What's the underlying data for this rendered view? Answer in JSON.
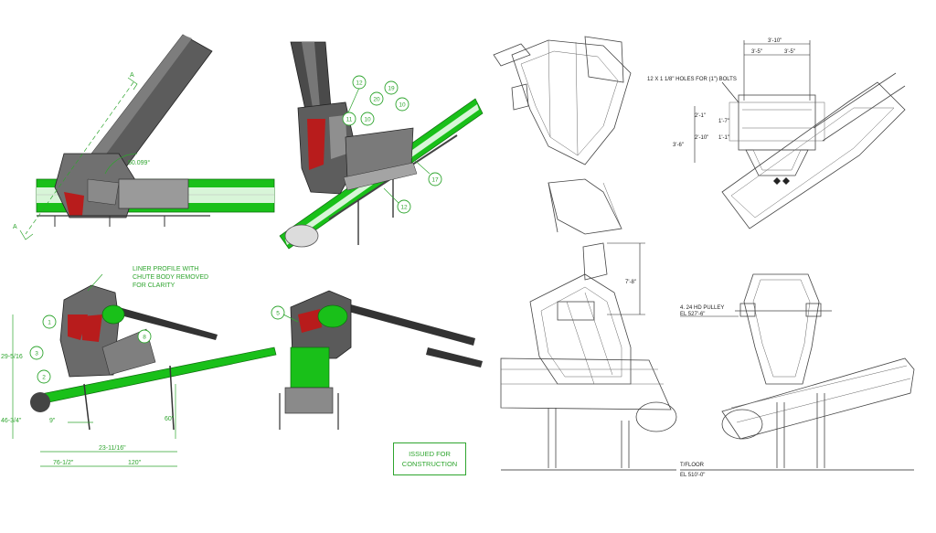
{
  "colors": {
    "accent_green": "#2fa52f",
    "belt_green": "#19c019",
    "steel_gray": "#6b6b6b",
    "liner_red": "#c0392b"
  },
  "left_panel": {
    "top_left_view": {
      "section_marker_top": "A",
      "section_marker_bottom": "A",
      "angle": "50.099°"
    },
    "top_right_view": {
      "bubbles": [
        "12",
        "11",
        "10",
        "20",
        "19",
        "10",
        "17",
        "12"
      ]
    },
    "bottom_left_view": {
      "note_line1": "LINER PROFILE WITH",
      "note_line2": "CHUTE BODY REMOVED",
      "note_line3": "FOR CLARITY",
      "bubbles": [
        "1",
        "3",
        "2",
        "8"
      ],
      "dim_height": "29-5/16",
      "dim_pulley": "46-3/4\"",
      "dim_9": "9\"",
      "dim_60": "60\"",
      "dim_23": "23-11/16\"",
      "dim_76": "76-1/2\"",
      "dim_120": "120\""
    },
    "bottom_right_view": {
      "bubbles": [
        "5"
      ]
    },
    "stamp_line1": "ISSUED FOR",
    "stamp_line2": "CONSTRUCTION"
  },
  "right_panel": {
    "top_right_drawing": {
      "holes_note": "12 X 1 1/8\" HOLES FOR (1\") BOLTS",
      "dim_top": "3'-10\"",
      "dim_left_half": "3'-5\"",
      "dim_right_half": "3'-5\"",
      "dim_v1": "2'-1\"",
      "dim_v2": "1'-7\"",
      "dim_v3": "2'-10\"",
      "dim_v4": "3'-6\"",
      "dim_v5": "1'-1\""
    },
    "bottom_left_drawing": {
      "dim_height": "7'-8\""
    },
    "bottom_right_drawing": {
      "pulley_note1": "4. 24 HD PULLEY",
      "pulley_note2": "EL 527'-6\"",
      "floor_note1": "T/FLOOR",
      "floor_note2": "EL 510'-0\""
    }
  }
}
